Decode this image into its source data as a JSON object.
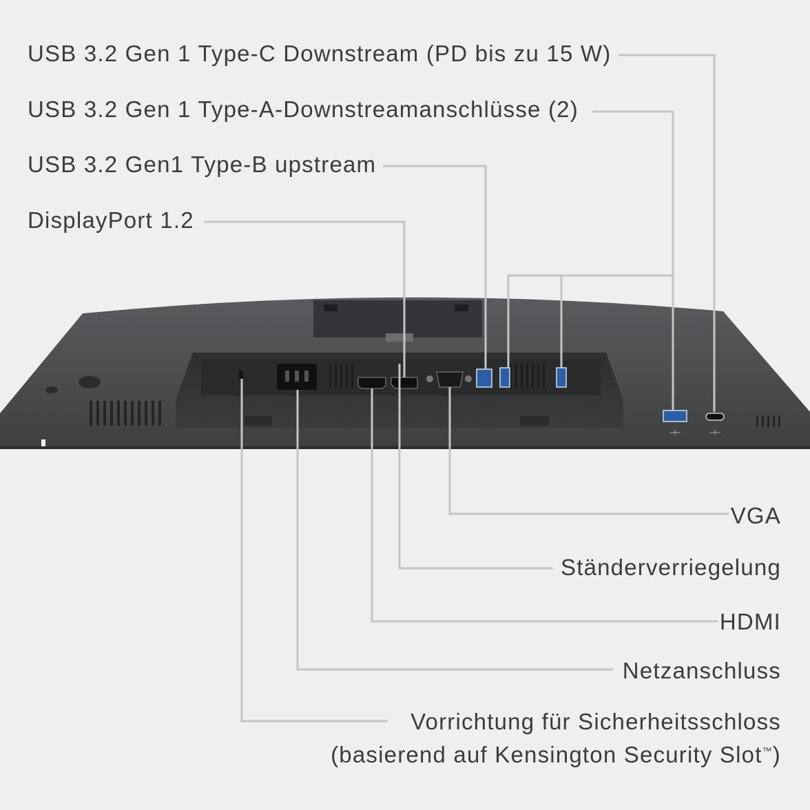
{
  "colors": {
    "background": "#efefef",
    "leader_line": "#c4c4c4",
    "monitor_body": "#4a4b4d",
    "port_blue": "#2a5fa8",
    "text": "#3c3c3c"
  },
  "labels_top": {
    "usb_c": "USB 3.2 Gen 1 Type-C Downstream (PD bis zu 15 W)",
    "usb_a": "USB 3.2 Gen 1 Type-A-Downstreamanschlüsse (2)",
    "usb_b": "USB 3.2 Gen1 Type-B upstream",
    "displayport": "DisplayPort 1.2"
  },
  "labels_bottom": {
    "vga": "VGA",
    "stand_lock": "Ständerverriegelung",
    "hdmi": "HDMI",
    "power": "Netzanschluss",
    "security_line1": "Vorrichtung für Sicherheitsschloss",
    "security_line2": "(basierend auf Kensington Security Slot",
    "security_tm": "™",
    "security_close": ")"
  },
  "icons": [
    "usb-symbol-icon",
    "power-connector-icon",
    "hdmi-port-icon",
    "displayport-port-icon",
    "vga-port-icon",
    "usb-b-port-icon",
    "usb-a-port-icon",
    "usb-c-port-icon",
    "kensington-slot-icon"
  ]
}
